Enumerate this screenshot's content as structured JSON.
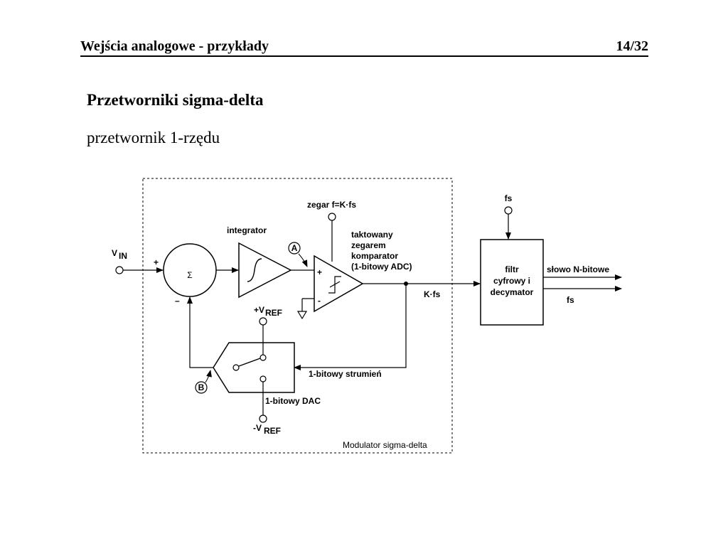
{
  "header": {
    "title": "Wejścia analogowe - przykłady",
    "page": "14/32"
  },
  "section": {
    "title": "Przetworniki sigma-delta",
    "subtitle": "przetwornik 1-rzędu"
  },
  "diagram": {
    "vin": "V",
    "vin_sub": "IN",
    "plus_sign": "+",
    "minus_sign": "–",
    "sigma": "Σ",
    "integrator": "integrator",
    "point_a": "A",
    "point_b": "B",
    "clock": "zegar f=K·fs",
    "comparator": [
      "taktowany",
      "zegarem",
      "komparator",
      "(1-bitowy ADC)"
    ],
    "comp_plus": "+",
    "comp_minus": "-",
    "kfs": "K·fs",
    "vref_pos": "+V",
    "vref_pos_sub": "REF",
    "vref_neg": "-V",
    "vref_neg_sub": "REF",
    "bitstream": "1-bitowy strumień",
    "dac": "1-bitowy DAC",
    "modulator": "Modulator sigma-delta",
    "fs_top": "fs",
    "filter": [
      "filtr",
      "cyfrowy i",
      "decymator"
    ],
    "word_out": "słowo N-bitowe",
    "fs_out": "fs"
  }
}
